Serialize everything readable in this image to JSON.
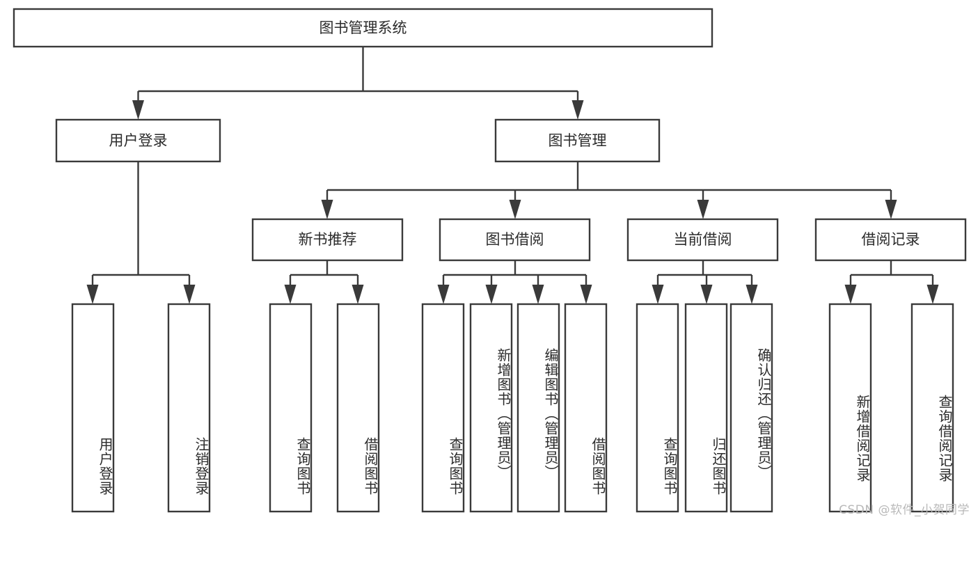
{
  "diagram": {
    "title": "图书管理系统",
    "type": "tree",
    "orientation": "top-down",
    "root": {
      "id": "root",
      "label": "图书管理系统"
    },
    "level2": [
      {
        "id": "user-login",
        "label": "用户登录"
      },
      {
        "id": "book-manage",
        "label": "图书管理"
      }
    ],
    "level3": [
      {
        "id": "new-book-rec",
        "label": "新书推荐",
        "parent": "book-manage"
      },
      {
        "id": "book-borrow",
        "label": "图书借阅",
        "parent": "book-manage"
      },
      {
        "id": "current-borrow",
        "label": "当前借阅",
        "parent": "book-manage"
      },
      {
        "id": "borrow-record",
        "label": "借阅记录",
        "parent": "book-manage"
      }
    ],
    "leaves": {
      "user-login": [
        {
          "id": "leaf-user-login",
          "label": "用户登录"
        },
        {
          "id": "leaf-logout-login",
          "label": "注销登录"
        }
      ],
      "new-book-rec": [
        {
          "id": "leaf-query-book-1",
          "label": "查询图书"
        },
        {
          "id": "leaf-borrow-book-1",
          "label": "借阅图书"
        }
      ],
      "book-borrow": [
        {
          "id": "leaf-query-book-2",
          "label": "查询图书"
        },
        {
          "id": "leaf-add-book",
          "label": "新增图书（管理员）"
        },
        {
          "id": "leaf-edit-book",
          "label": "编辑图书（管理员）"
        },
        {
          "id": "leaf-borrow-book-2",
          "label": "借阅图书"
        }
      ],
      "current-borrow": [
        {
          "id": "leaf-query-book-3",
          "label": "查询图书"
        },
        {
          "id": "leaf-return-book",
          "label": "归还图书"
        },
        {
          "id": "leaf-confirm-return",
          "label": "确认归还（管理员）"
        }
      ],
      "borrow-record": [
        {
          "id": "leaf-add-record",
          "label": "新增借阅记录"
        },
        {
          "id": "leaf-query-record",
          "label": "查询借阅记录"
        }
      ]
    }
  },
  "watermark": {
    "text": "CSDN @软件_小贺同学"
  },
  "colors": {
    "stroke": "#3a3a3a",
    "fill": "#ffffff",
    "text": "#2b2b2b",
    "watermark": "#b9b9b9",
    "background": "#ffffff"
  }
}
